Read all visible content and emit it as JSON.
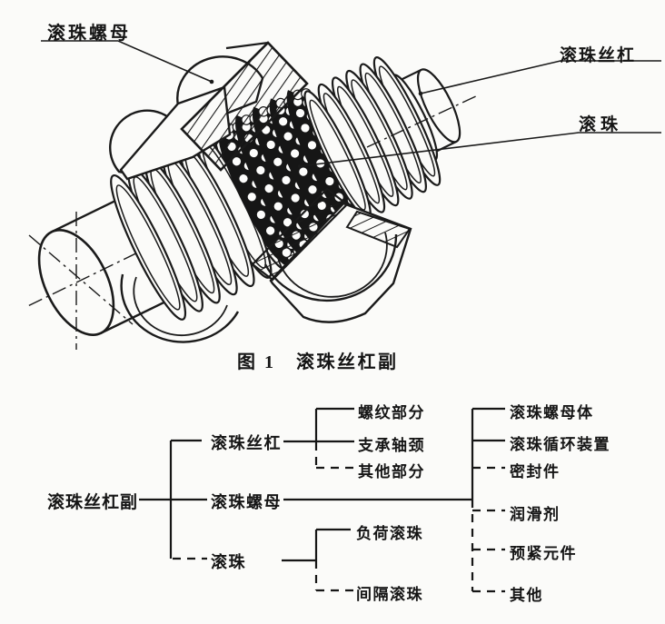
{
  "figure": {
    "caption": "图 1　滚珠丝杠副",
    "callouts": [
      {
        "id": "ball-nut",
        "label": "滚珠螺母"
      },
      {
        "id": "ball-screw",
        "label": "滚珠丝杠"
      },
      {
        "id": "ball",
        "label": "滚珠"
      }
    ]
  },
  "tree": {
    "root": {
      "label": "滚珠丝杠副"
    },
    "level1": [
      {
        "label": "滚珠丝杠",
        "children": [
          {
            "label": "螺纹部分",
            "line_style": "solid"
          },
          {
            "label": "支承轴颈",
            "line_style": "solid"
          },
          {
            "label": "其他部分",
            "line_style": "dashed"
          }
        ]
      },
      {
        "label": "滚珠螺母",
        "children": [
          {
            "label": "滚珠螺母体",
            "line_style": "solid"
          },
          {
            "label": "滚珠循环装置",
            "line_style": "solid"
          },
          {
            "label": "密封件",
            "line_style": "dashed"
          },
          {
            "label": "润滑剂",
            "line_style": "dashed"
          },
          {
            "label": "预紧元件",
            "line_style": "dashed"
          },
          {
            "label": "其他",
            "line_style": "dashed"
          }
        ]
      },
      {
        "label": "滚珠",
        "children": [
          {
            "label": "负荷滚珠",
            "line_style": "solid"
          },
          {
            "label": "间隔滚珠",
            "line_style": "dashed"
          }
        ]
      }
    ]
  },
  "colors": {
    "ink": "#1a1a1a",
    "paper": "#fbfbf9"
  }
}
